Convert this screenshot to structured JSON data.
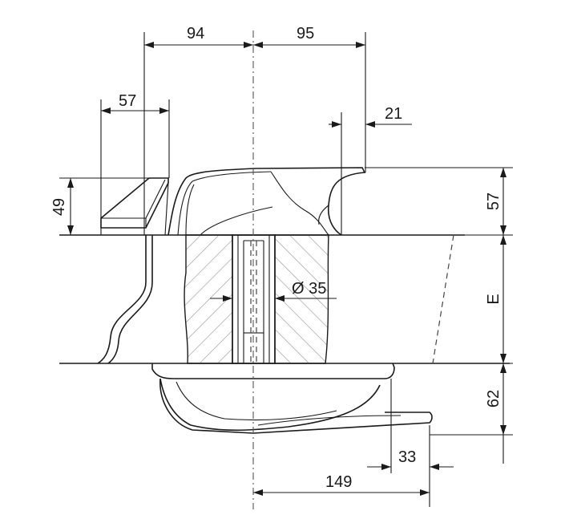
{
  "dimensions": {
    "d94": "94",
    "d95": "95",
    "d57_top": "57",
    "d21": "21",
    "d49": "49",
    "d57_right": "57",
    "diameter": "Ø 35",
    "e": "E",
    "d62": "62",
    "d33": "33",
    "d149": "149"
  }
}
